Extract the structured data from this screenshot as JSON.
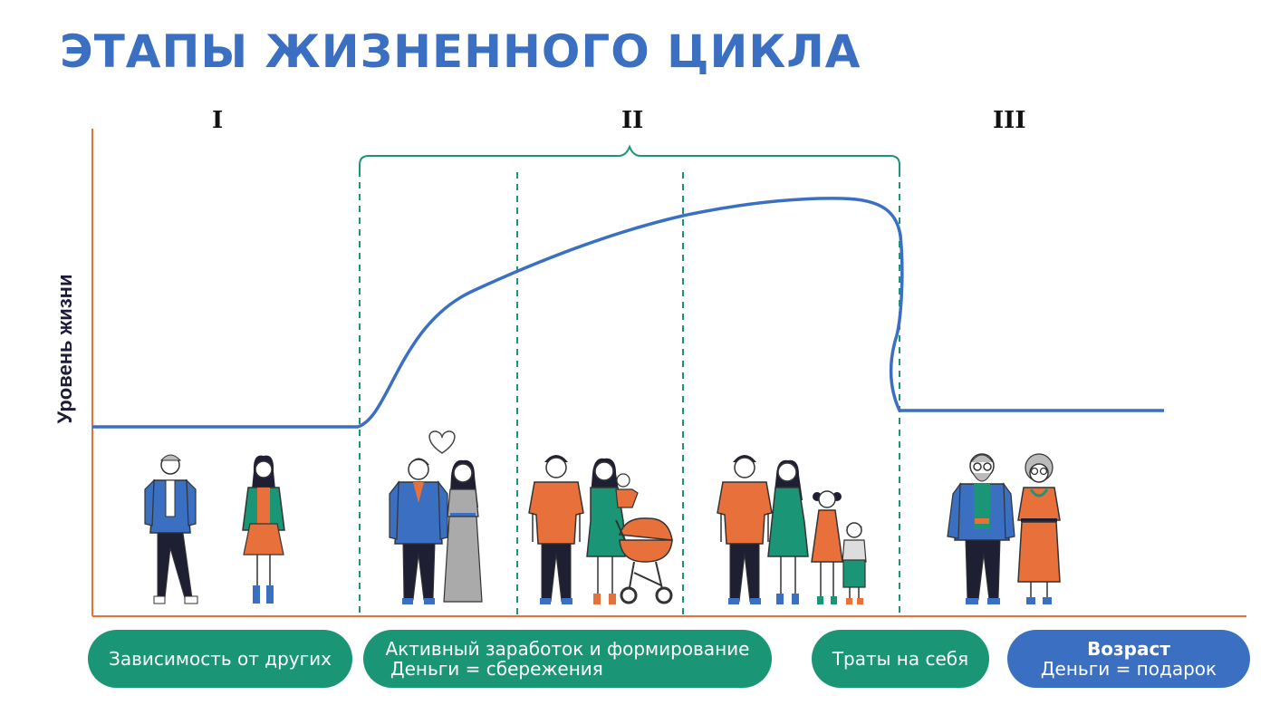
{
  "title": "ЭТАПЫ ЖИЗНЕННОГО ЦИКЛА",
  "stages": [
    "I",
    "II",
    "III"
  ],
  "y_axis_label": "Уровень жизни",
  "colors": {
    "title": "#3a6fc2",
    "axis": "#e8703a",
    "curve": "#3a6fc2",
    "bracket": "#1a9677",
    "pill_green": "#1a9677",
    "pill_blue": "#3a6fc2"
  },
  "pills": [
    {
      "line1": "Зависимость от других"
    },
    {
      "line1": "Активный заработок и формирование",
      "line2": "Деньги = сбережения"
    },
    {
      "line1": "Траты на себя"
    },
    {
      "line1": "Возраст",
      "line2": "Деньги = подарок"
    }
  ],
  "illustrations": [
    "young-man",
    "young-woman",
    "wedding-couple",
    "heart-icon",
    "parents-with-stroller",
    "family-with-two-children",
    "elderly-couple"
  ]
}
